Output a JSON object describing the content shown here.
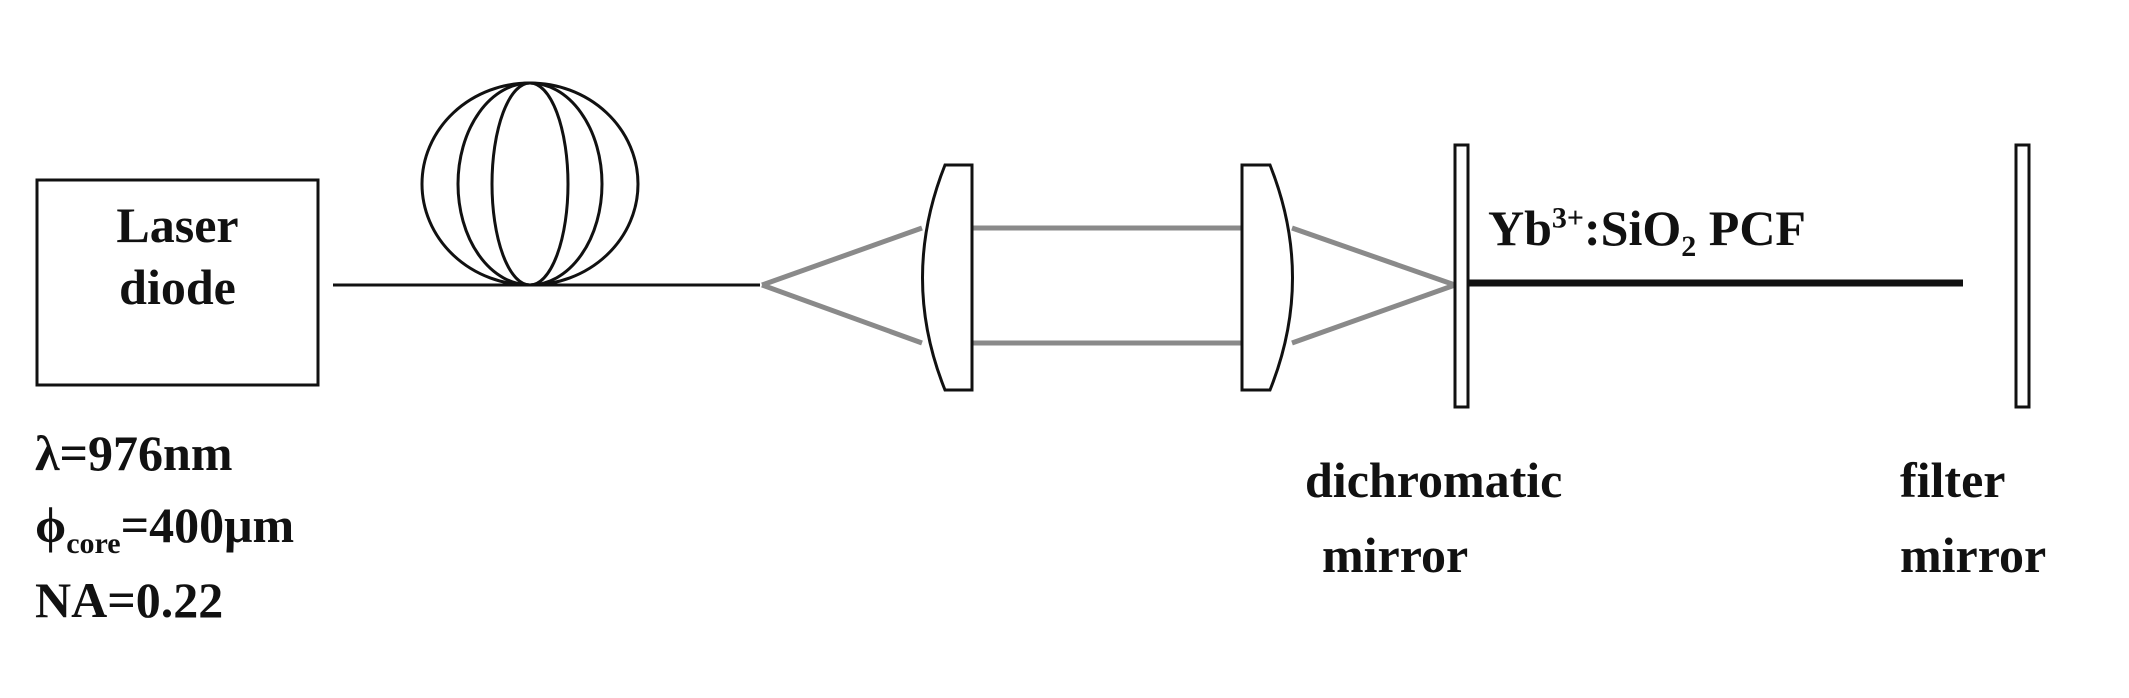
{
  "diagram": {
    "laser": {
      "line1": "Laser",
      "line2": "diode"
    },
    "specs": {
      "wavelength": "λ=976nm",
      "core_symbol": "ϕ",
      "core_subscript": "core",
      "core_value": "=400μm",
      "na": "NA=0.22"
    },
    "fiber_label": {
      "prefix": "Yb",
      "superscript": "3+",
      "middle": ":SiO",
      "subscript": "2",
      "suffix": " PCF"
    },
    "dichroic": {
      "line1": "dichromatic",
      "line2": "mirror"
    },
    "filter": {
      "line1": "filter",
      "line2": "mirror"
    }
  },
  "colors": {
    "ink": "#111111",
    "beam": "#8a8a8a",
    "background": "#ffffff"
  }
}
